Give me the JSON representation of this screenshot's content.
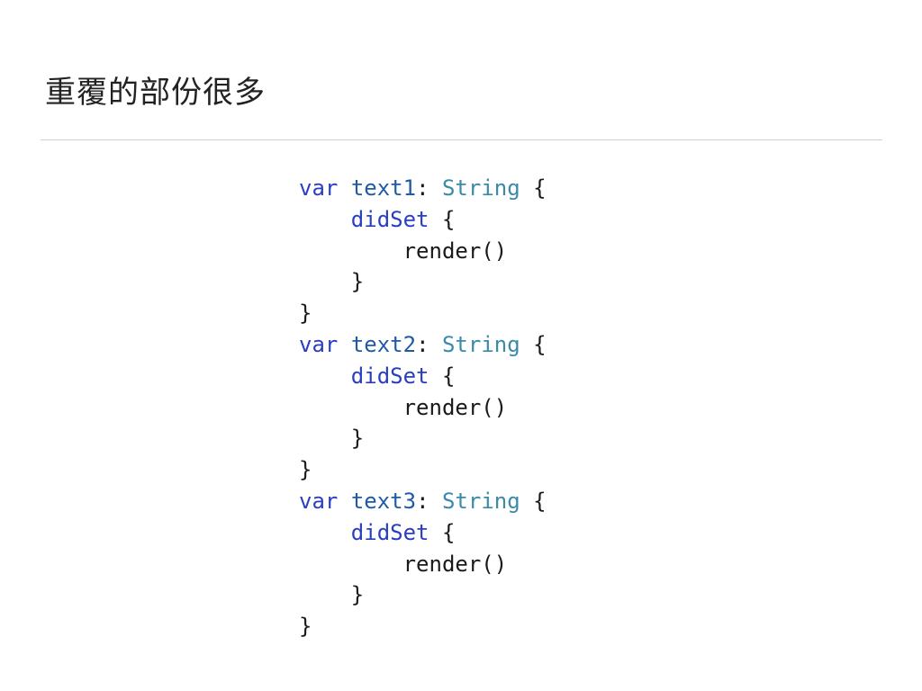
{
  "slide": {
    "title": "重覆的部份很多"
  },
  "code": {
    "blocks": [
      {
        "keyword": "var",
        "name": "text1",
        "colon": ":",
        "type": "String",
        "open_brace": "{",
        "observer": "didSet",
        "observer_open": "{",
        "call": "render()",
        "observer_close": "}",
        "close_brace": "}"
      },
      {
        "keyword": "var",
        "name": "text2",
        "colon": ":",
        "type": "String",
        "open_brace": "{",
        "observer": "didSet",
        "observer_open": "{",
        "call": "render()",
        "observer_close": "}",
        "close_brace": "}"
      },
      {
        "keyword": "var",
        "name": "text3",
        "colon": ":",
        "type": "String",
        "open_brace": "{",
        "observer": "didSet",
        "observer_open": "{",
        "call": "render()",
        "observer_close": "}",
        "close_brace": "}"
      }
    ]
  },
  "colors": {
    "keyword": "#2a3ec2",
    "identifier": "#1f5aa6",
    "type": "#3a8aa8",
    "plain": "#1a1a1a",
    "title_rule": "#cfcfcf"
  }
}
